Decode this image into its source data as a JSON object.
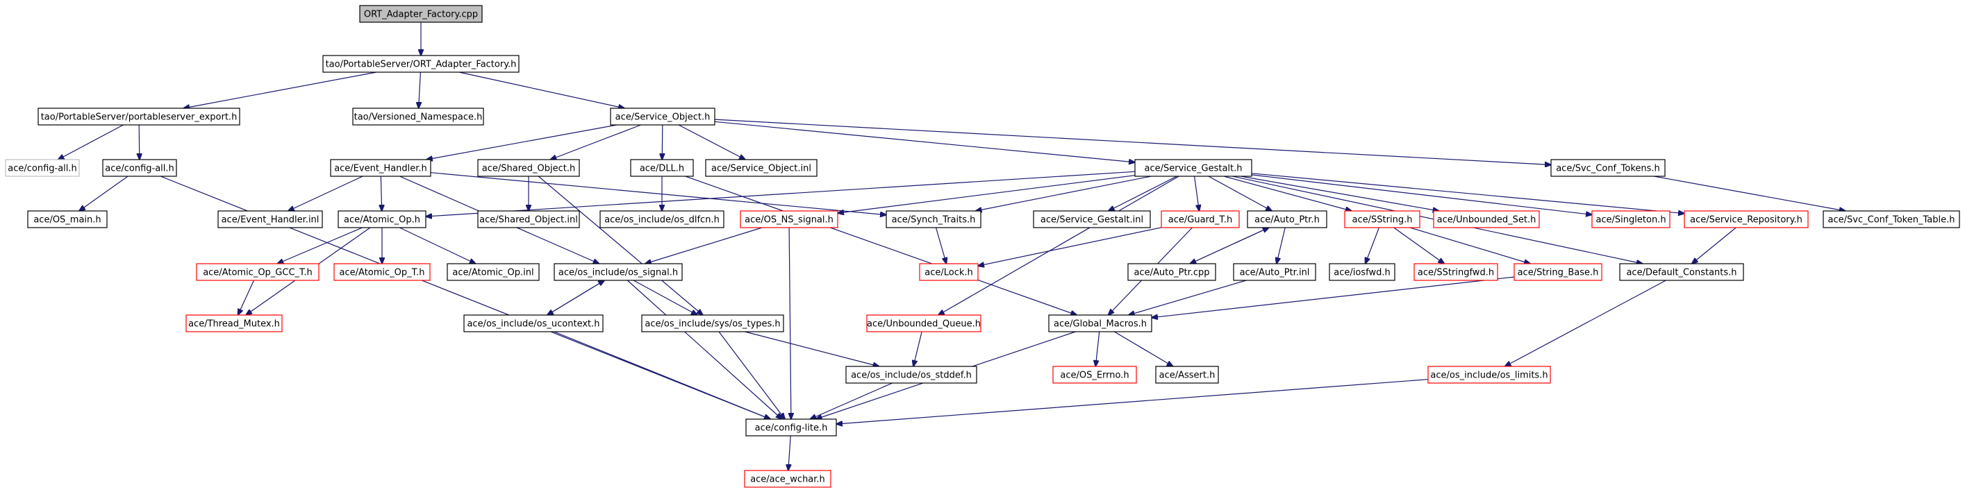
{
  "nodes": [
    {
      "id": "n1",
      "label": "ORT_Adapter_Factory.cpp",
      "style": "root"
    },
    {
      "id": "n2",
      "label": "tao/PortableServer/ORT_Adapter_Factory.h",
      "style": "normal"
    },
    {
      "id": "n3",
      "label": "tao/PortableServer/portableserver_export.h",
      "style": "normal"
    },
    {
      "id": "n4",
      "label": "tao/Versioned_Namespace.h",
      "style": "normal"
    },
    {
      "id": "n5",
      "label": "ace/Service_Object.h",
      "style": "normal"
    },
    {
      "id": "n6",
      "label": "ace/config-all.h",
      "style": "grey"
    },
    {
      "id": "n7",
      "label": "ace/config-all.h",
      "style": "normal"
    },
    {
      "id": "n8",
      "label": "ace/OS_main.h",
      "style": "normal"
    },
    {
      "id": "n9",
      "label": "ace/Event_Handler.h",
      "style": "normal"
    },
    {
      "id": "n10",
      "label": "ace/Shared_Object.h",
      "style": "normal"
    },
    {
      "id": "n11",
      "label": "ace/DLL.h",
      "style": "normal"
    },
    {
      "id": "n12",
      "label": "ace/Service_Object.inl",
      "style": "normal"
    },
    {
      "id": "n13",
      "label": "ace/Service_Gestalt.h",
      "style": "normal"
    },
    {
      "id": "n14",
      "label": "ace/Svc_Conf_Tokens.h",
      "style": "normal"
    },
    {
      "id": "n15",
      "label": "ace/Event_Handler.inl",
      "style": "normal"
    },
    {
      "id": "n16",
      "label": "ace/Atomic_Op.h",
      "style": "normal"
    },
    {
      "id": "n17",
      "label": "ace/Shared_Object.inl",
      "style": "normal"
    },
    {
      "id": "n18",
      "label": "ace/os_include/os_dlfcn.h",
      "style": "normal"
    },
    {
      "id": "n19",
      "label": "ace/OS_NS_signal.h",
      "style": "red"
    },
    {
      "id": "n20",
      "label": "ace/Synch_Traits.h",
      "style": "normal"
    },
    {
      "id": "n21",
      "label": "ace/Service_Gestalt.inl",
      "style": "normal"
    },
    {
      "id": "n22",
      "label": "ace/Guard_T.h",
      "style": "red"
    },
    {
      "id": "n23",
      "label": "ace/Auto_Ptr.h",
      "style": "normal"
    },
    {
      "id": "n24",
      "label": "ace/SString.h",
      "style": "red"
    },
    {
      "id": "n25",
      "label": "ace/Unbounded_Set.h",
      "style": "red"
    },
    {
      "id": "n26",
      "label": "ace/Singleton.h",
      "style": "red"
    },
    {
      "id": "n27",
      "label": "ace/Service_Repository.h",
      "style": "red"
    },
    {
      "id": "n28",
      "label": "ace/Svc_Conf_Token_Table.h",
      "style": "normal"
    },
    {
      "id": "n29",
      "label": "ace/Atomic_Op_GCC_T.h",
      "style": "red"
    },
    {
      "id": "n30",
      "label": "ace/Atomic_Op_T.h",
      "style": "red"
    },
    {
      "id": "n31",
      "label": "ace/Atomic_Op.inl",
      "style": "normal"
    },
    {
      "id": "n32",
      "label": "ace/os_include/os_signal.h",
      "style": "normal"
    },
    {
      "id": "n33",
      "label": "ace/Lock.h",
      "style": "red"
    },
    {
      "id": "n34",
      "label": "ace/Auto_Ptr.cpp",
      "style": "normal"
    },
    {
      "id": "n35",
      "label": "ace/Auto_Ptr.inl",
      "style": "normal"
    },
    {
      "id": "n36",
      "label": "ace/iosfwd.h",
      "style": "normal"
    },
    {
      "id": "n37",
      "label": "ace/SStringfwd.h",
      "style": "red"
    },
    {
      "id": "n38",
      "label": "ace/String_Base.h",
      "style": "red"
    },
    {
      "id": "n39",
      "label": "ace/Default_Constants.h",
      "style": "normal"
    },
    {
      "id": "n40",
      "label": "ace/Thread_Mutex.h",
      "style": "red"
    },
    {
      "id": "n41",
      "label": "ace/os_include/os_ucontext.h",
      "style": "normal"
    },
    {
      "id": "n42",
      "label": "ace/os_include/sys/os_types.h",
      "style": "normal"
    },
    {
      "id": "n43",
      "label": "ace/Unbounded_Queue.h",
      "style": "red"
    },
    {
      "id": "n44",
      "label": "ace/Global_Macros.h",
      "style": "normal"
    },
    {
      "id": "n45",
      "label": "ace/os_include/os_stddef.h",
      "style": "normal"
    },
    {
      "id": "n46",
      "label": "ace/OS_Errno.h",
      "style": "red"
    },
    {
      "id": "n47",
      "label": "ace/Assert.h",
      "style": "normal"
    },
    {
      "id": "n48",
      "label": "ace/os_include/os_limits.h",
      "style": "red"
    },
    {
      "id": "n49",
      "label": "ace/config-lite.h",
      "style": "normal"
    },
    {
      "id": "n50",
      "label": "ace/ace_wchar.h",
      "style": "red"
    }
  ],
  "edges": [
    [
      "n1",
      "n2"
    ],
    [
      "n2",
      "n3"
    ],
    [
      "n2",
      "n4"
    ],
    [
      "n2",
      "n5"
    ],
    [
      "n3",
      "n6"
    ],
    [
      "n3",
      "n7"
    ],
    [
      "n7",
      "n8"
    ],
    [
      "n7",
      "n49"
    ],
    [
      "n5",
      "n9"
    ],
    [
      "n5",
      "n10"
    ],
    [
      "n5",
      "n11"
    ],
    [
      "n5",
      "n12"
    ],
    [
      "n5",
      "n13"
    ],
    [
      "n5",
      "n14"
    ],
    [
      "n9",
      "n15"
    ],
    [
      "n9",
      "n16"
    ],
    [
      "n9",
      "n20"
    ],
    [
      "n9",
      "n32"
    ],
    [
      "n10",
      "n17"
    ],
    [
      "n10",
      "n42"
    ],
    [
      "n11",
      "n18"
    ],
    [
      "n11",
      "n44"
    ],
    [
      "n13",
      "n16"
    ],
    [
      "n13",
      "n19"
    ],
    [
      "n13",
      "n20"
    ],
    [
      "n13",
      "n21"
    ],
    [
      "n13",
      "n22"
    ],
    [
      "n13",
      "n23"
    ],
    [
      "n13",
      "n24"
    ],
    [
      "n13",
      "n25"
    ],
    [
      "n13",
      "n26"
    ],
    [
      "n13",
      "n27"
    ],
    [
      "n13",
      "n39"
    ],
    [
      "n13",
      "n43"
    ],
    [
      "n14",
      "n28"
    ],
    [
      "n16",
      "n29"
    ],
    [
      "n16",
      "n30"
    ],
    [
      "n16",
      "n31"
    ],
    [
      "n16",
      "n40"
    ],
    [
      "n29",
      "n40"
    ],
    [
      "n19",
      "n32"
    ],
    [
      "n19",
      "n49"
    ],
    [
      "n20",
      "n33"
    ],
    [
      "n22",
      "n33"
    ],
    [
      "n22",
      "n44"
    ],
    [
      "n23",
      "n34"
    ],
    [
      "n23",
      "n35"
    ],
    [
      "n34",
      "n23"
    ],
    [
      "n35",
      "n44"
    ],
    [
      "n24",
      "n36"
    ],
    [
      "n24",
      "n37"
    ],
    [
      "n24",
      "n38"
    ],
    [
      "n38",
      "n44"
    ],
    [
      "n27",
      "n39"
    ],
    [
      "n39",
      "n48"
    ],
    [
      "n32",
      "n41"
    ],
    [
      "n32",
      "n42"
    ],
    [
      "n32",
      "n49"
    ],
    [
      "n41",
      "n32"
    ],
    [
      "n41",
      "n49"
    ],
    [
      "n42",
      "n45"
    ],
    [
      "n42",
      "n49"
    ],
    [
      "n43",
      "n45"
    ],
    [
      "n45",
      "n49"
    ],
    [
      "n44",
      "n46"
    ],
    [
      "n44",
      "n47"
    ],
    [
      "n44",
      "n49"
    ],
    [
      "n48",
      "n49"
    ],
    [
      "n49",
      "n50"
    ]
  ]
}
